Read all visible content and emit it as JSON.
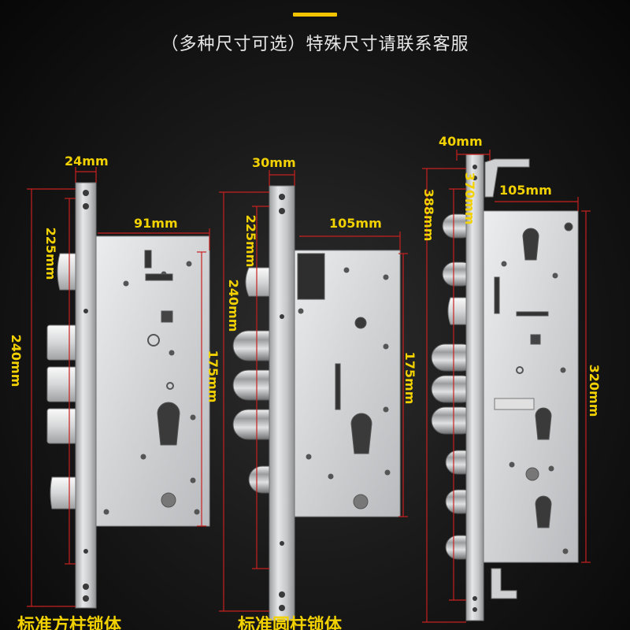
{
  "header": {
    "subtitle": "（多种尺寸可选）特殊尺寸请联系客服",
    "accent_color": "#f5c400"
  },
  "locks": [
    {
      "name": "square-bolt-lock",
      "caption": "标准方柱锁体",
      "dimensions": {
        "faceplate_width": "24mm",
        "body_depth": "91mm",
        "upper_height": "225mm",
        "total_height": "240mm",
        "center_height": "175mm"
      }
    },
    {
      "name": "round-bolt-lock",
      "caption": "标准圆柱锁体",
      "dimensions": {
        "faceplate_width": "30mm",
        "body_depth": "105mm",
        "upper_height": "225mm",
        "total_height": "240mm",
        "center_height": "175mm"
      }
    },
    {
      "name": "multi-bolt-lock",
      "dimensions": {
        "faceplate_width": "40mm",
        "body_depth": "105mm",
        "inner_height": "370mm",
        "outer_height": "388mm",
        "body_height": "320mm"
      }
    }
  ],
  "colors": {
    "label": "#f2d100",
    "dimension_line": "#c82020",
    "steel": "#d9dadb"
  }
}
